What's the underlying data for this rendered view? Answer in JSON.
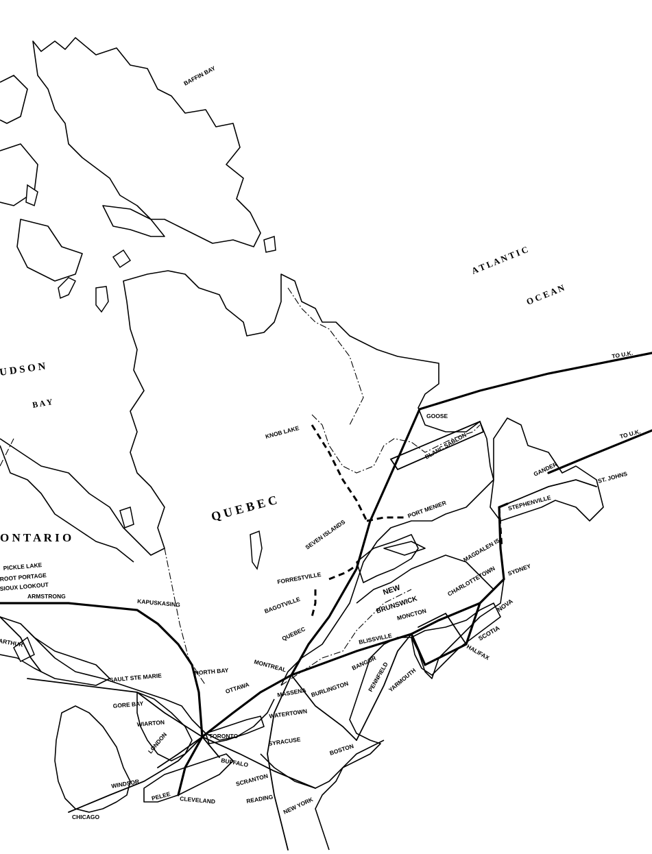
{
  "regions": {
    "hudson_bay_1": "U D S O N",
    "hudson_bay_2": "B A Y",
    "baffin_bay": "BAFFIN BAY",
    "atlantic": "A T L A N T I C",
    "ocean": "O C E A N",
    "quebec": "Q U E B E C",
    "ontario": "O N T A R I O",
    "new_brunswick_1": "NEW",
    "new_brunswick_2": "BRUNSWICK",
    "nova_scotia_1": "NOVA",
    "nova_scotia_2": "SCOTIA"
  },
  "cities": {
    "to_uk_1": "TO U.K.",
    "to_uk_2": "TO U.K.",
    "goose": "GOOSE",
    "knob_lake": "KNOB LAKE",
    "blanc_sablon": "BLANC SABLON",
    "seven_islands": "SEVEN ISLANDS",
    "port_menier": "PORT MENIER",
    "gander": "GANDER",
    "st_johns": "ST. JOHNS",
    "stephenville": "STEPHENVILLE",
    "forrestville": "FORRESTVILLE",
    "bagotville": "BAGOTVILLE",
    "quebec": "QUEBEC",
    "moncton": "MONCTON",
    "charlottetown": "CHARLOTTETOWN",
    "magdalen": "MAGDALEN IS",
    "sydney": "SYDNEY",
    "blissville": "BLISSVILLE",
    "halifax": "HALIFAX",
    "montreal": "MONTREAL",
    "bangor": "BANGOR",
    "pennfield": "PENNFIELD",
    "yarmouth": "YARMOUTH",
    "ottawa": "OTTAWA",
    "massena": "MASSENA",
    "burlington": "BURLINGTON",
    "watertown": "WATERTOWN",
    "syracuse": "SYRACUSE",
    "boston": "BOSTON",
    "north_bay": "NORTH BAY",
    "sault_ste_marie": "SAULT STE MARIE",
    "gore_bay": "GORE BAY",
    "wiarton": "WIARTON",
    "toronto": "TORONTO",
    "london": "LONDON",
    "buffalo": "BUFFALO",
    "windsor": "WINDSOR",
    "pelee": "PELEE",
    "cleveland": "CLEVELAND",
    "scranton": "SCRANTON",
    "reading": "READING",
    "new_york": "NEW YORK",
    "chicago": "CHICAGO",
    "kapuskasing": "KAPUSKASING",
    "pickle_lake": "PICKLE LAKE",
    "root_portage": "ROOT PORTAGE",
    "sioux_lookout": "SIOUX LOOKOUT",
    "armstrong": "ARMSTRONG",
    "port_arthur": "PORT ARTHUR"
  }
}
